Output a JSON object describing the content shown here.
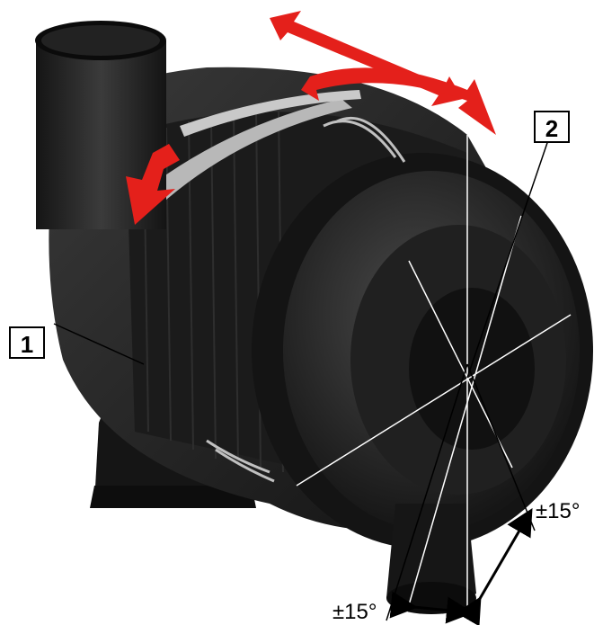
{
  "callouts": {
    "one": "1",
    "two": "2"
  },
  "angles": {
    "tilt_right": "±15°",
    "tilt_bottom": "±15°"
  },
  "colors": {
    "arrow_red": "#e4201b",
    "body_dark": "#1f1f1f",
    "band_metal": "#bdbdbd",
    "guide_line": "#ffffff"
  }
}
